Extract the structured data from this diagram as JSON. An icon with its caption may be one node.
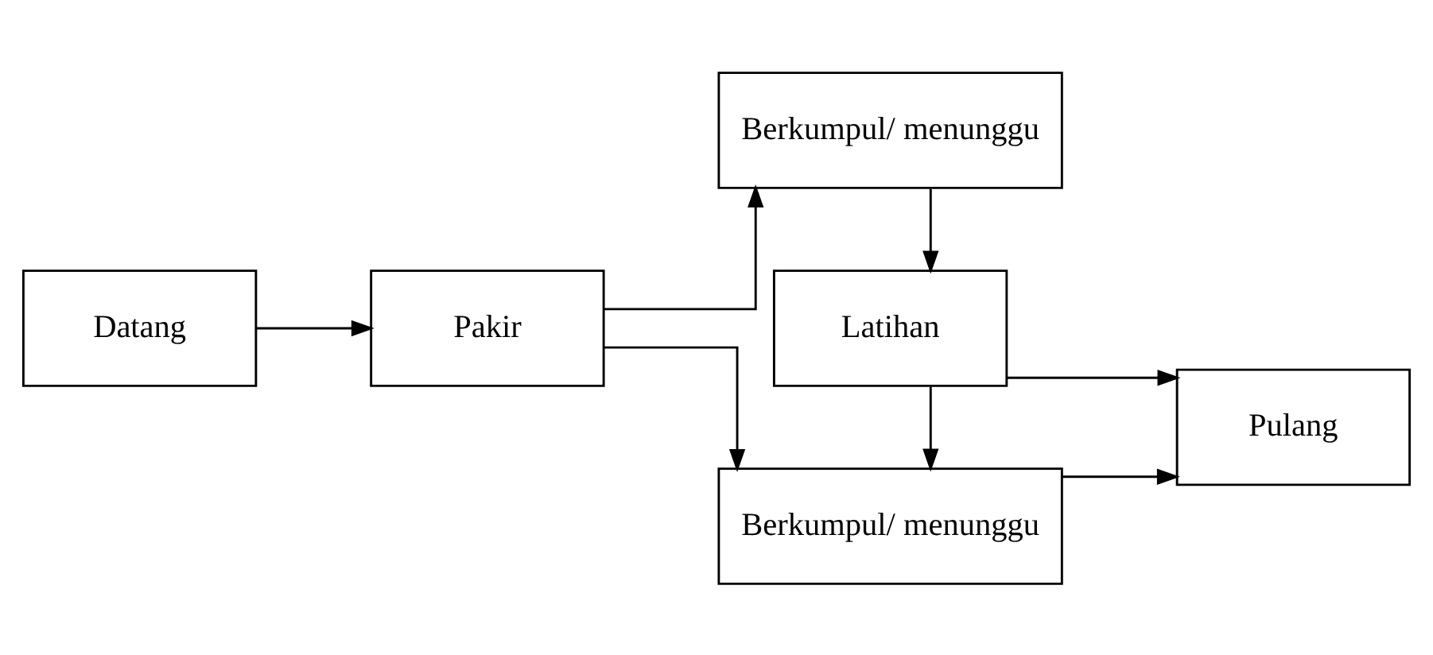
{
  "diagram": {
    "nodes": [
      {
        "text": [
          "Datang"
        ]
      },
      {
        "text": [
          "Pakir"
        ]
      },
      {
        "text": [
          "Berkumpul/ menunggu"
        ]
      },
      {
        "text": [
          "Latihan"
        ]
      },
      {
        "text": [
          "Pulang"
        ]
      },
      {
        "text": [
          "Berkumpul/ menunggu"
        ]
      }
    ],
    "edges": [
      {
        "from": 0,
        "to": 1,
        "arrow": "to"
      },
      {
        "from": 1,
        "to": 2,
        "arrow": "to"
      },
      {
        "from": 1,
        "to": 5,
        "arrow": "to"
      },
      {
        "from": 2,
        "to": 3,
        "arrow": "to"
      },
      {
        "from": 3,
        "to": 4,
        "arrow": "to"
      },
      {
        "from": 3,
        "to": 5,
        "arrow": "to"
      },
      {
        "from": 5,
        "to": 4,
        "arrow": "to"
      }
    ]
  }
}
